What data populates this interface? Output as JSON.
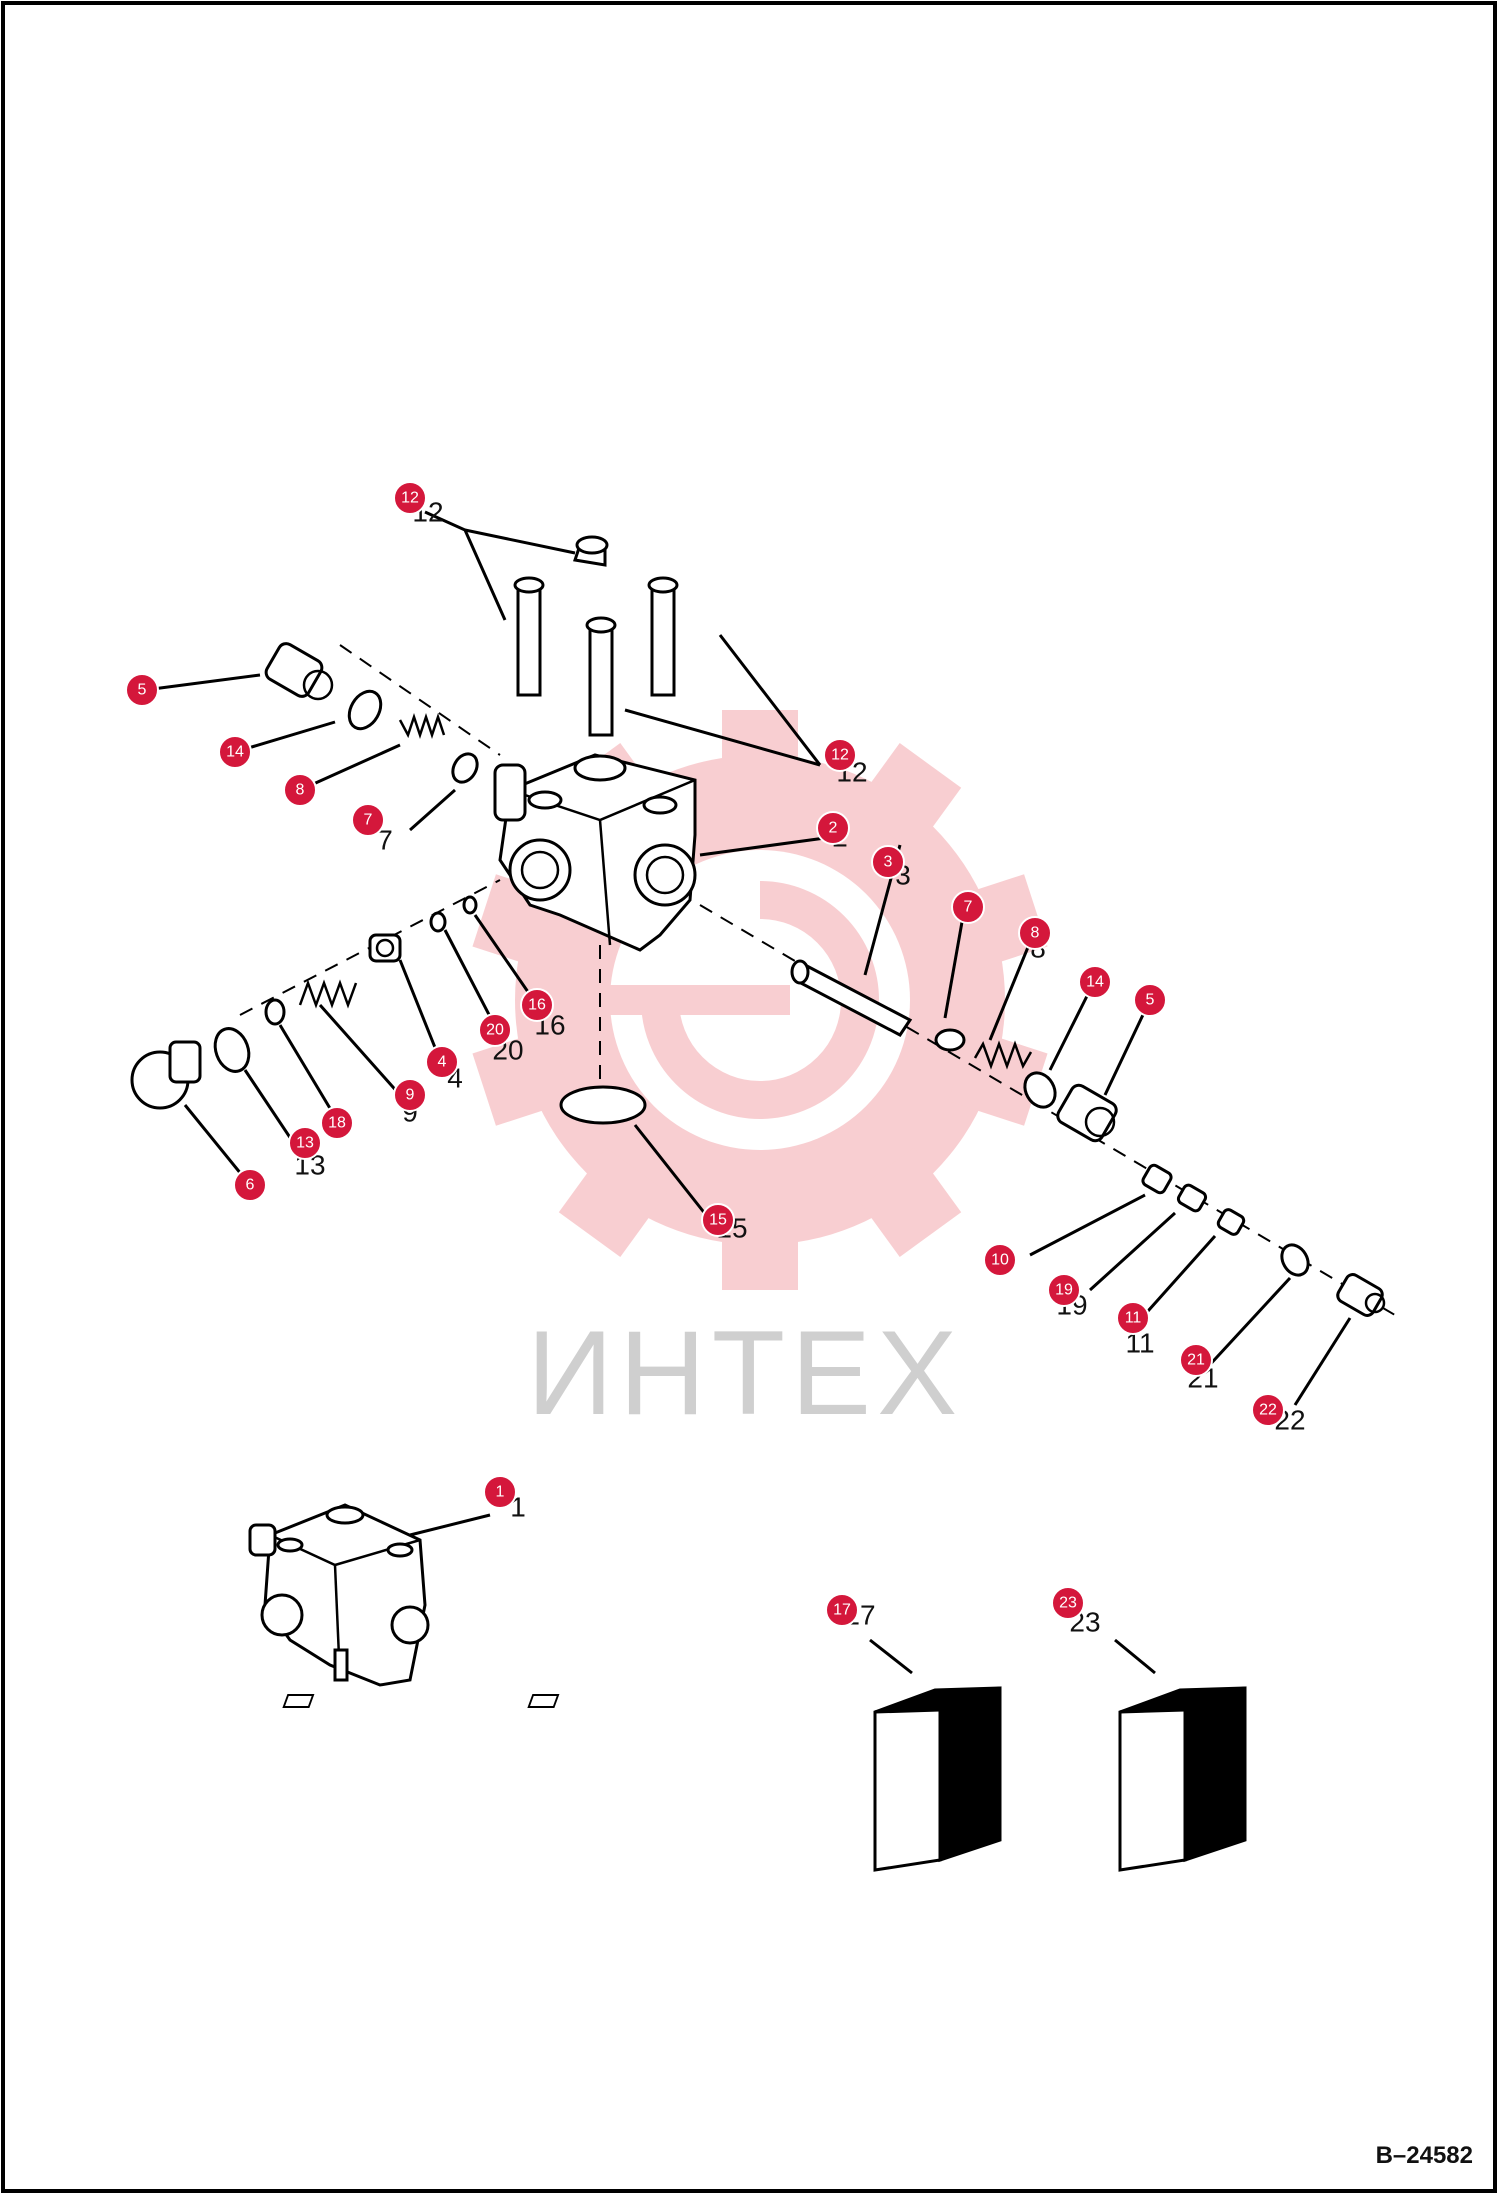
{
  "drawing_id": "B–24582",
  "watermark": {
    "text": "ИНТЕХ",
    "color": "#e8545c"
  },
  "callout_color": "#d4173b",
  "callouts": [
    {
      "label": "1"
    },
    {
      "label": "2"
    },
    {
      "label": "3"
    },
    {
      "label": "4"
    },
    {
      "label": "5"
    },
    {
      "label": "5"
    },
    {
      "label": "6"
    },
    {
      "label": "7"
    },
    {
      "label": "7"
    },
    {
      "label": "8"
    },
    {
      "label": "8"
    },
    {
      "label": "9"
    },
    {
      "label": "10"
    },
    {
      "label": "11"
    },
    {
      "label": "12"
    },
    {
      "label": "12"
    },
    {
      "label": "13"
    },
    {
      "label": "14"
    },
    {
      "label": "14"
    },
    {
      "label": "15"
    },
    {
      "label": "16"
    },
    {
      "label": "17"
    },
    {
      "label": "18"
    },
    {
      "label": "19"
    },
    {
      "label": "20"
    },
    {
      "label": "21"
    },
    {
      "label": "22"
    },
    {
      "label": "23"
    }
  ],
  "reference_numbers": [
    "12",
    "12",
    "2",
    "3",
    "4",
    "16",
    "20",
    "9",
    "13",
    "15",
    "19",
    "11",
    "21",
    "22",
    "1",
    "17",
    "23",
    "7",
    "8"
  ]
}
